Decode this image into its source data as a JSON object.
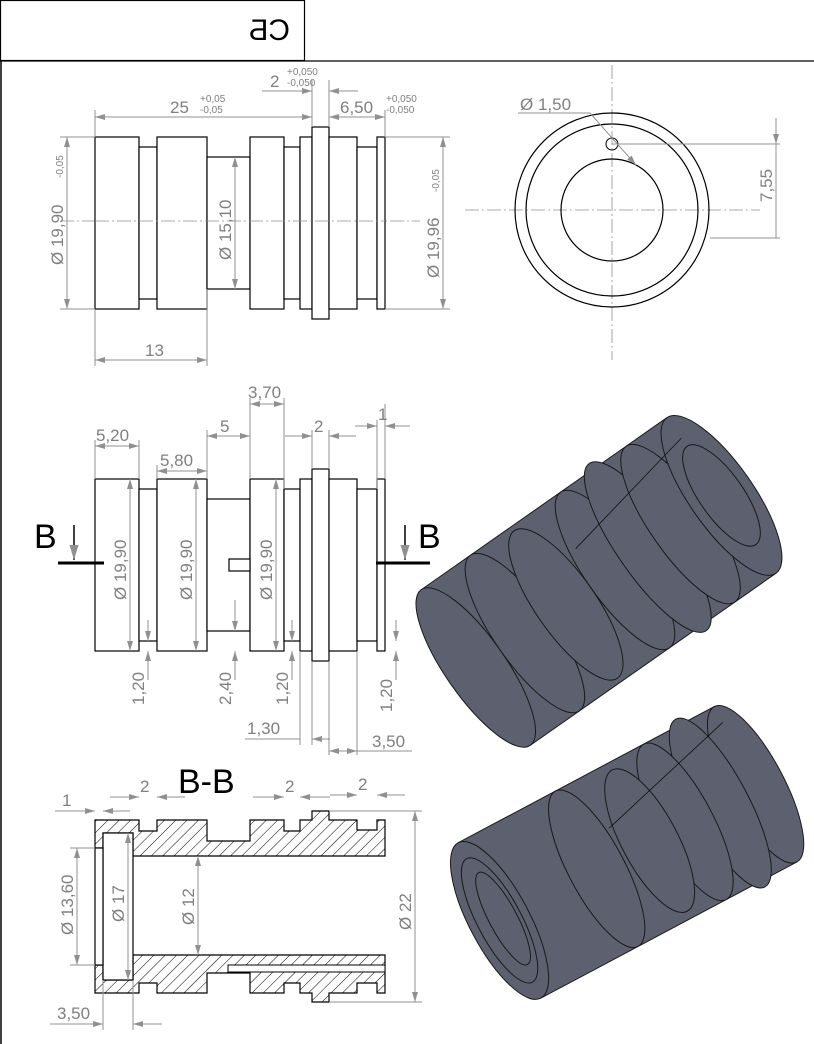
{
  "title_block": {
    "code": "СБ"
  },
  "top_view": {
    "len_total": "25",
    "len_total_tol_plus": "+0,05",
    "len_total_tol_minus": "-0,05",
    "flange_w": "2",
    "flange_tol_plus": "+0,050",
    "flange_tol_minus": "-0,050",
    "right_len": "6,50",
    "right_tol_plus": "+0,050",
    "right_tol_minus": "-0,050",
    "dia_left": "Ø 19,90",
    "dia_left_tol": "-0,05",
    "dia_center": "Ø 15,10",
    "dia_right": "Ø 19,96",
    "dia_right_tol": "-0,05",
    "len_13": "13"
  },
  "end_view": {
    "hole_dia": "Ø 1,50",
    "hole_offset": "7,55"
  },
  "middle_view": {
    "d_5_20": "5,20",
    "d_5_80": "5,80",
    "d_5": "5",
    "d_3_70": "3,70",
    "d_2": "2",
    "d_1": "1",
    "dia_a": "Ø 19,90",
    "dia_b": "Ø 19,90",
    "dia_c": "Ø 19,90",
    "d_1_20_a": "1,20",
    "d_2_40": "2,40",
    "d_1_20_b": "1,20",
    "d_1_20_c": "1,20",
    "d_1_30": "1,30",
    "d_3_50": "3,50",
    "section_left": "B",
    "section_right": "B"
  },
  "section_view": {
    "title": "B-B",
    "d_1": "1",
    "d_2_a": "2",
    "d_2_b": "2",
    "d_2_c": "2",
    "dia_13_60": "Ø 13,60",
    "dia_17": "Ø 17",
    "dia_12": "Ø 12",
    "dia_22": "Ø 22",
    "d_3_50": "3,50"
  },
  "colors": {
    "solid": "#5d606f",
    "dimension": "#808080"
  }
}
